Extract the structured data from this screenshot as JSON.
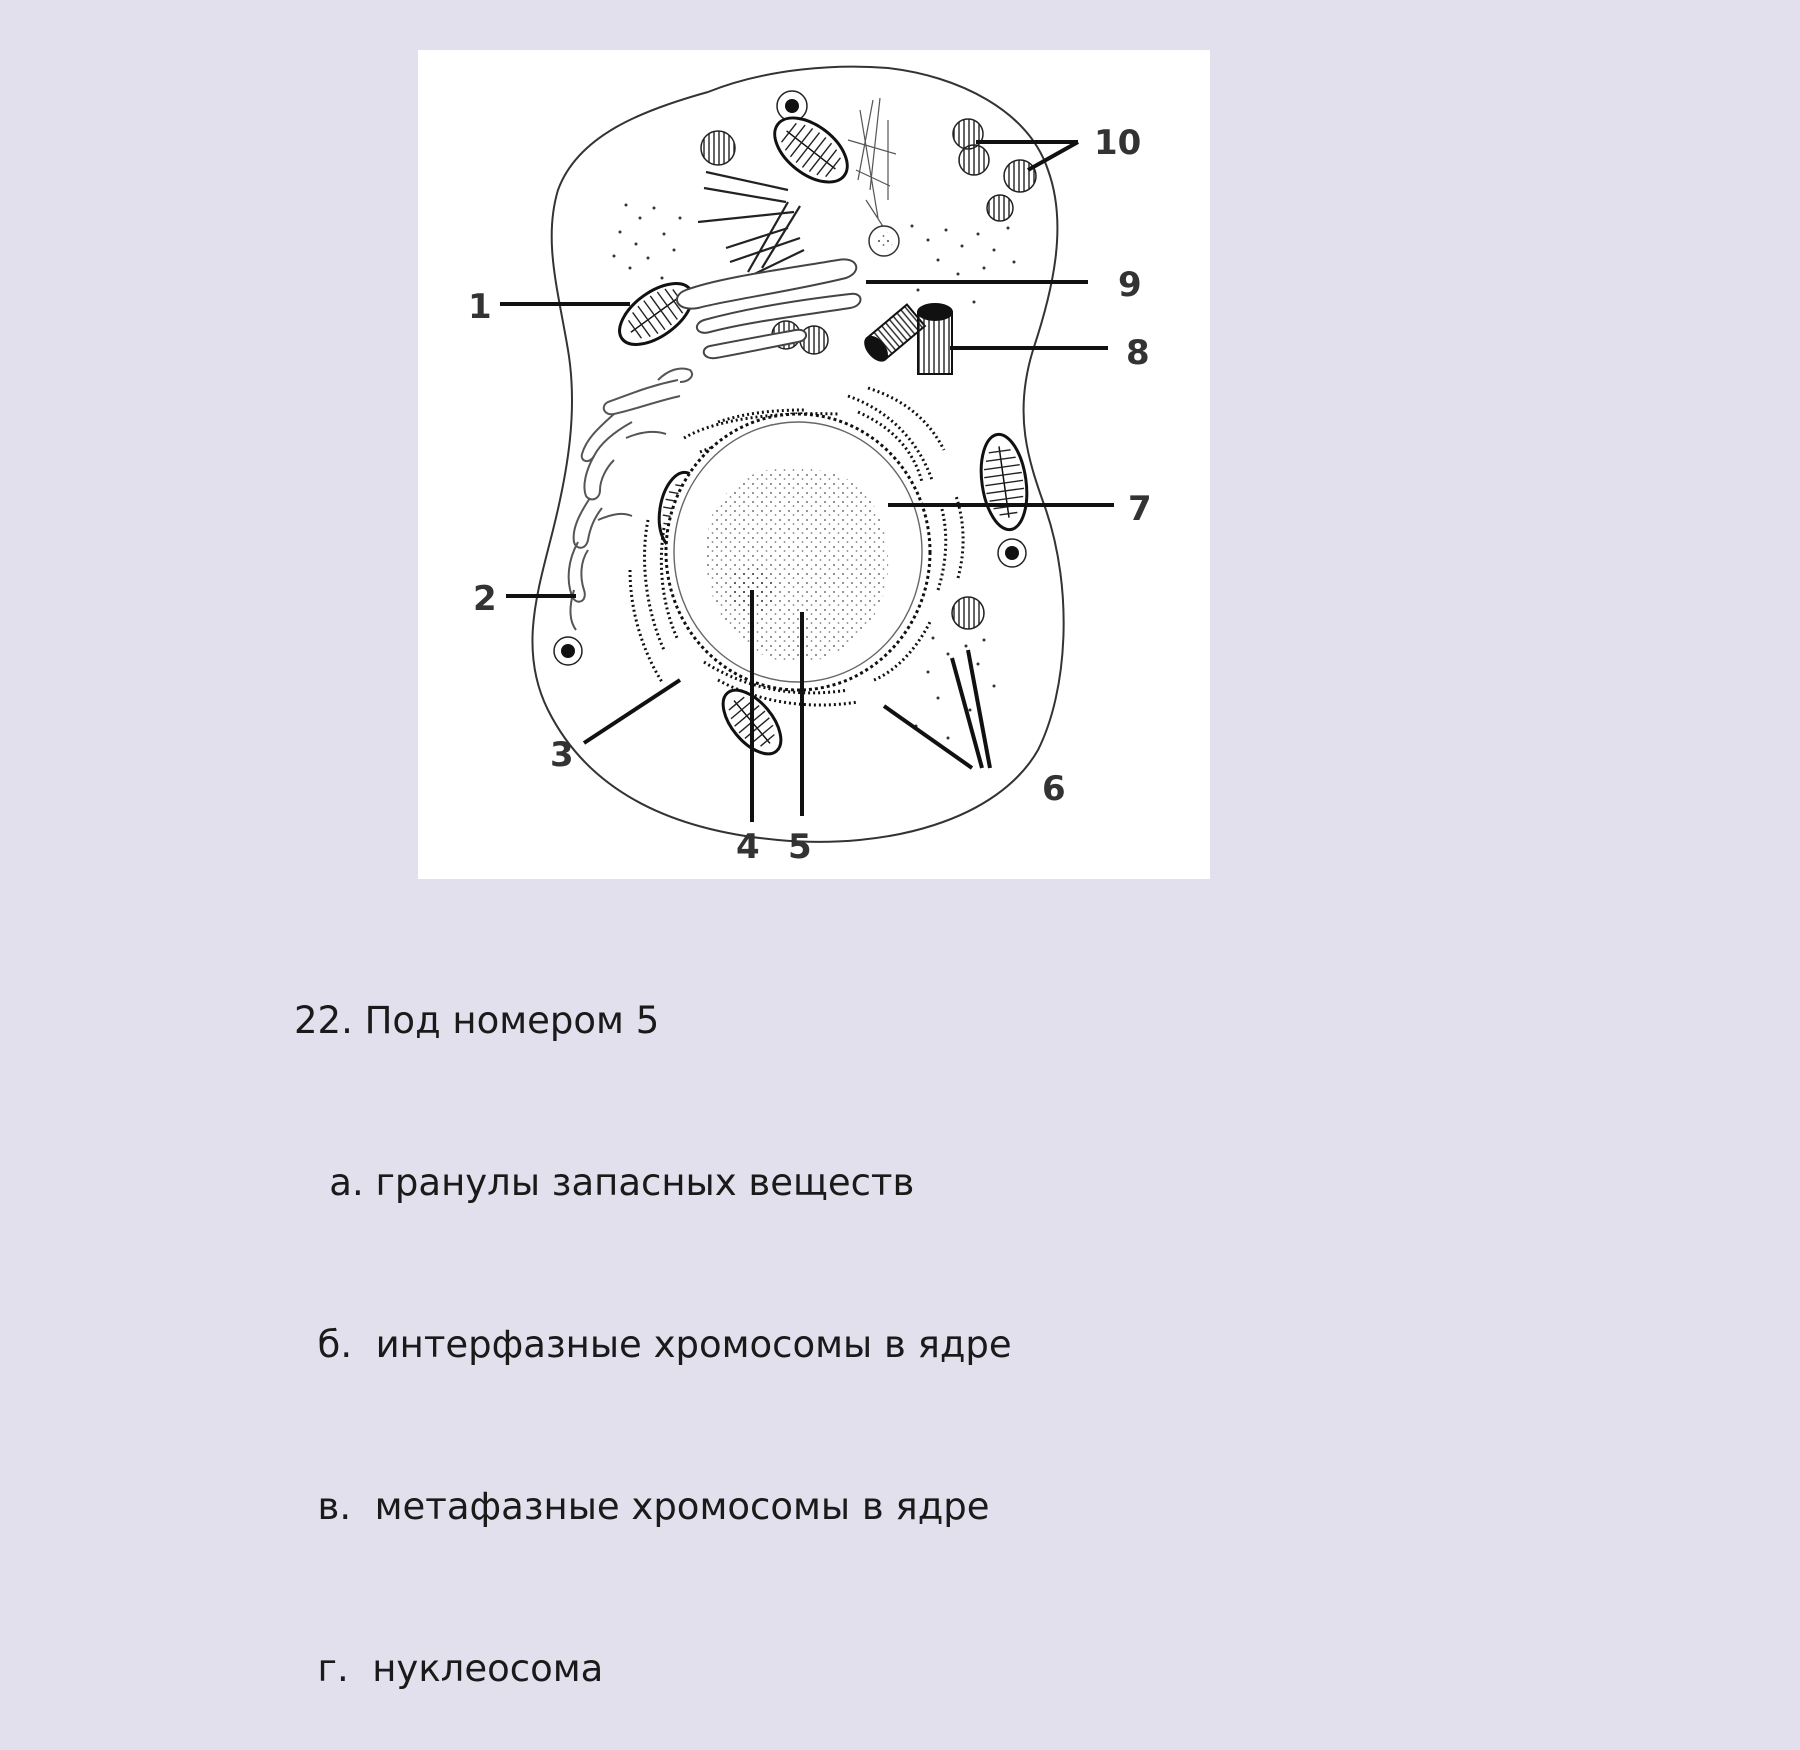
{
  "diagram": {
    "labels": [
      "1",
      "2",
      "3",
      "4",
      "5",
      "6",
      "7",
      "8",
      "9",
      "10"
    ]
  },
  "question": {
    "stem": "22. Под номером 5",
    "options": [
      "   а. гранулы запасных веществ",
      "  б.  интерфазные хромосомы в ядре",
      "  в.  метафазные хромосомы в ядре",
      "  г.  нуклеосома"
    ]
  }
}
